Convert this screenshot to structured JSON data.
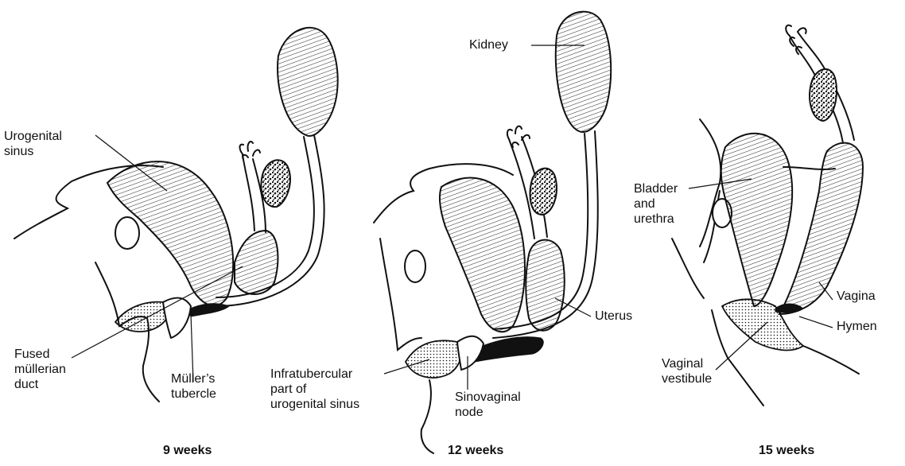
{
  "panels": [
    {
      "caption": "9 weeks",
      "labels": {
        "urogenital_sinus": "Urogenital\nsinus",
        "fused_mullerian_duct": "Fused\nmüllerian\nduct",
        "mullers_tubercle": "Müller’s\ntubercle"
      }
    },
    {
      "caption": "12 weeks",
      "labels": {
        "kidney": "Kidney",
        "uterus": "Uterus",
        "infratubercular_part": "Infratubercular\npart of\nurogenital sinus",
        "sinovaginal_node": "Sinovaginal\nnode"
      }
    },
    {
      "caption": "15 weeks",
      "labels": {
        "bladder_and_urethra": "Bladder\nand\nurethra",
        "vagina": "Vagina",
        "hymen": "Hymen",
        "vaginal_vestibule": "Vaginal\nvestibule"
      }
    }
  ]
}
